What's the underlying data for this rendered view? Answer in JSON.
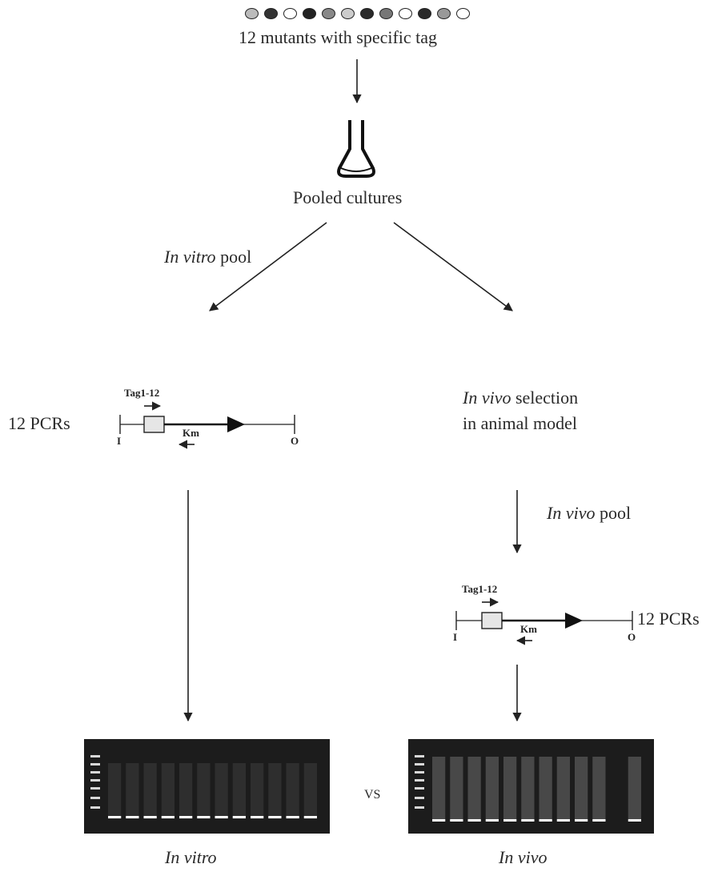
{
  "header": {
    "mutant_colors": [
      "#bbbbbb",
      "#333333",
      "#ffffff",
      "#222222",
      "#888888",
      "#cccccc",
      "#2a2a2a",
      "#777777",
      "#ffffff",
      "#2a2a2a",
      "#999999",
      "#ffffff"
    ],
    "mutants_label": "12 mutants with specific tag"
  },
  "flask": {
    "label": "Pooled cultures"
  },
  "left_branch": {
    "pool_label_italic": "In vitro",
    "pool_label_rest": " pool",
    "pcr_label": "12 PCRs",
    "construct": {
      "tag": "Tag1-12",
      "km": "Km",
      "start": "I",
      "end": "O"
    },
    "gel_caption": "In vitro"
  },
  "right_branch": {
    "selection_italic": "In vivo",
    "selection_rest": " selection",
    "selection_line2": "in animal model",
    "pool_label_italic": "In vivo",
    "pool_label_rest": " pool",
    "pcr_label": "12 PCRs",
    "construct": {
      "tag": "Tag1-12",
      "km": "Km",
      "start": "I",
      "end": "O"
    },
    "gel_caption": "In vivo"
  },
  "comparison_label": "VS"
}
